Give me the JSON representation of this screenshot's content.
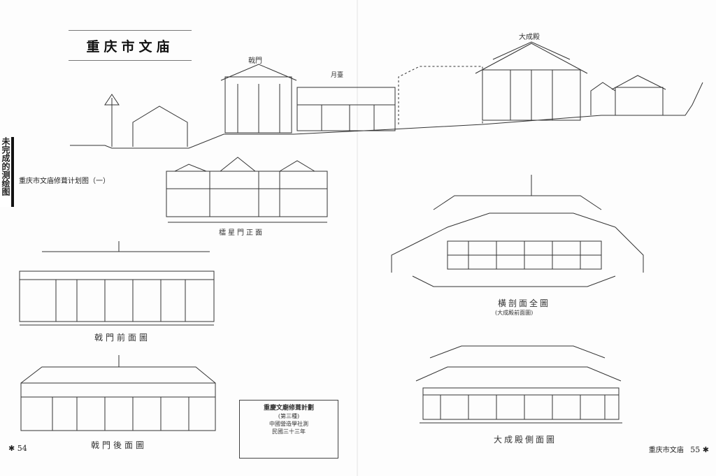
{
  "header": {
    "title": "重庆市文庙"
  },
  "side_tab": {
    "text": "未完成的测绘图"
  },
  "caption": {
    "text": "重庆市文庙修葺计划图（一）"
  },
  "footer": {
    "left_page": "54",
    "right_label": "重庆市文庙",
    "right_page": "55",
    "star": "✱"
  },
  "drawing_labels": {
    "top_center": "大成殿",
    "top_left_a": "戟門",
    "top_left_b": "月臺",
    "elev1_title": "櫺星門正面",
    "elev2_title": "戟門前面圖",
    "elev3_title": "戟門後面圖",
    "elev4_title": "橫剖面全圖",
    "elev4_sub": "(大成殿前面圖)",
    "elev5_title": "大成殿側面圖"
  },
  "stamp": {
    "lines": [
      "重慶文廟修葺計劃",
      "(第三種)",
      "中國營造學社測",
      "民國三十三年"
    ]
  }
}
